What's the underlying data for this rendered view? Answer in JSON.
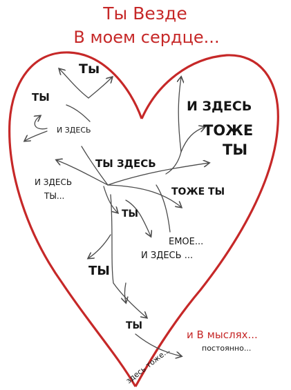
{
  "title_line1": "Ты Везде",
  "title_line2": "В моем сердце...",
  "labels": {
    "ty_top": "Ты",
    "ty_left": "ТЫ",
    "i_zdes_small": "И ЗДЕСЬ",
    "i_zdes_right": "И ЗДЕСЬ",
    "tozhe": "ТОЖЕ",
    "ty_big": "ТЫ",
    "ty_zdes": "ТЫ ЗДЕСЬ",
    "i_zdes_left": "И ЗДЕСЬ",
    "ty_dots": "ТЫ...",
    "tozhe_ty": "ТОЖЕ ТЫ",
    "ty_mid": "ТЫ",
    "emoe": "ЕМОЕ...",
    "i_zdes_emoe": "И ЗДЕСЬ ...",
    "ty_lower": "ТЫ",
    "ty_bottom": "ТЫ",
    "i_v_myslyah": "и В мыслях...",
    "postoyanno": "постоянно...",
    "zdes_tozhe": "здесь тоже..."
  },
  "colors": {
    "heart": "#c62828",
    "text": "#151515",
    "arrows": "#4a4a4a"
  }
}
